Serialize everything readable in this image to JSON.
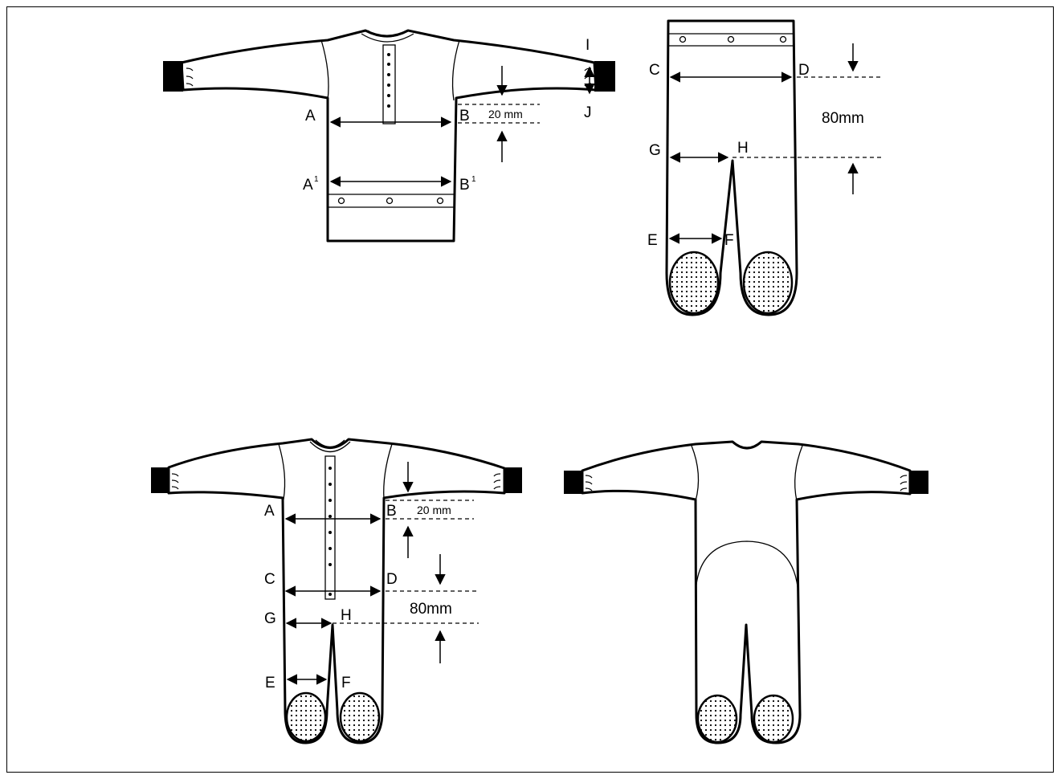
{
  "diagrams": {
    "shirt": {
      "labels": {
        "A": "A",
        "B": "B",
        "A1": "A",
        "A1_sup": "1",
        "B1": "B",
        "B1_sup": "1",
        "I": "I",
        "J": "J"
      },
      "measure": "20 mm"
    },
    "trousers": {
      "labels": {
        "C": "C",
        "D": "D",
        "G": "G",
        "H": "H",
        "E": "E",
        "F": "F"
      },
      "measure": "80mm"
    },
    "coverall_front": {
      "labels": {
        "A": "A",
        "B": "B",
        "C": "C",
        "D": "D",
        "G": "G",
        "H": "H",
        "E": "E",
        "F": "F"
      },
      "measure_chest": "20 mm",
      "measure_crotch": "80mm"
    },
    "coverall_back": {}
  }
}
